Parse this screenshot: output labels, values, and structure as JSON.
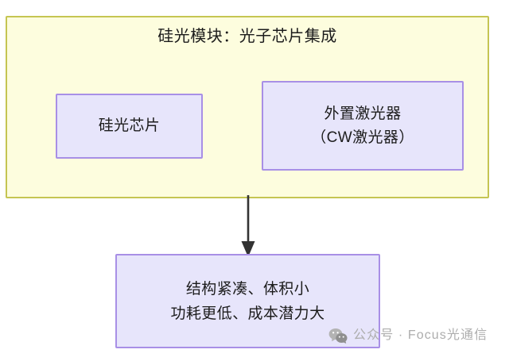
{
  "diagram": {
    "type": "block-diagram",
    "module": {
      "title": "硅光模块：光子芯片集成",
      "fill_color": "#FDFDDE",
      "border_color": "#C5C552",
      "children": [
        {
          "id": "silicon-photonics-chip",
          "label": "硅光芯片",
          "fill_color": "#E7E5FB",
          "border_color": "#A88FE6"
        },
        {
          "id": "external-laser",
          "label": "外置激光器\n（CW激光器）",
          "line1": "外置激光器",
          "line2": "（CW激光器）",
          "fill_color": "#E7E5FB",
          "border_color": "#A88FE6"
        }
      ]
    },
    "connector": {
      "from": "silicon-photonics-module",
      "to": "benefits",
      "style": "solid-arrow-down",
      "color": "#333333"
    },
    "benefits": {
      "id": "benefits",
      "label": "结构紧凑、体积小\n功耗更低、成本潜力大",
      "line1": "结构紧凑、体积小",
      "line2": "功耗更低、成本潜力大",
      "fill_color": "#E7E5FB",
      "border_color": "#A88FE6"
    }
  },
  "watermark": {
    "icon": "wechat-icon",
    "text": "公众号 · Focus光通信",
    "color": "#ADADAD"
  }
}
